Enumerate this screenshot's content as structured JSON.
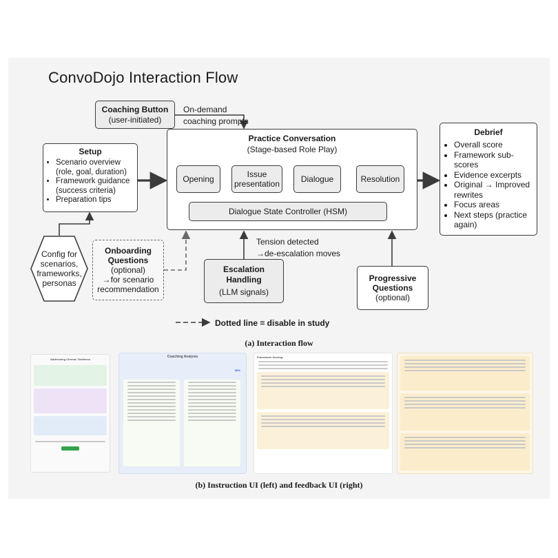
{
  "title": "ConvoDojo Interaction Flow",
  "coaching_button": {
    "title": "Coaching Button",
    "sub": "(user-initiated)"
  },
  "on_demand": {
    "line1": "On-demand",
    "line2": "coaching prompts"
  },
  "practice": {
    "title": "Practice Conversation",
    "sub": "(Stage-based Role Play)",
    "stages": [
      "Opening",
      "Issue presentation",
      "Dialogue",
      "Resolution"
    ],
    "controller": "Dialogue State Controller (HSM)"
  },
  "setup": {
    "title": "Setup",
    "items": [
      "Scenario overview (role, goal, duration)",
      "Framework guidance (success criteria)",
      "Preparation tips"
    ]
  },
  "debrief": {
    "title": "Debrief",
    "items": [
      "Overall score",
      "Framework sub-scores",
      "Evidence excerpts",
      "Original → Improved rewrites",
      "Focus areas",
      "Next steps (practice again)"
    ]
  },
  "config": {
    "text": "Config for scenarios, frameworks, personas"
  },
  "onboarding": {
    "title": "Onboarding Questions",
    "sub1": "(optional)",
    "sub2": "→for scenario recommendation"
  },
  "tension": {
    "line1": "Tension detected",
    "line2": "→de-escalation moves"
  },
  "escalation": {
    "title": "Escalation Handling",
    "sub": "(LLM signals)"
  },
  "progressive": {
    "title": "Progressive Questions",
    "sub": "(optional)"
  },
  "legend": {
    "text": "Dotted line  = disable in study"
  },
  "caption_a": "(a) Interaction flow",
  "caption_b": "(b) Instruction UI (left) and feedback UI (right)",
  "thumbs": {
    "instruction_title": "Addressing Chronic Tardiness",
    "coaching_title": "Coaching Analysis",
    "coaching_score": "80%",
    "framework_title": "Framework Scoring"
  }
}
